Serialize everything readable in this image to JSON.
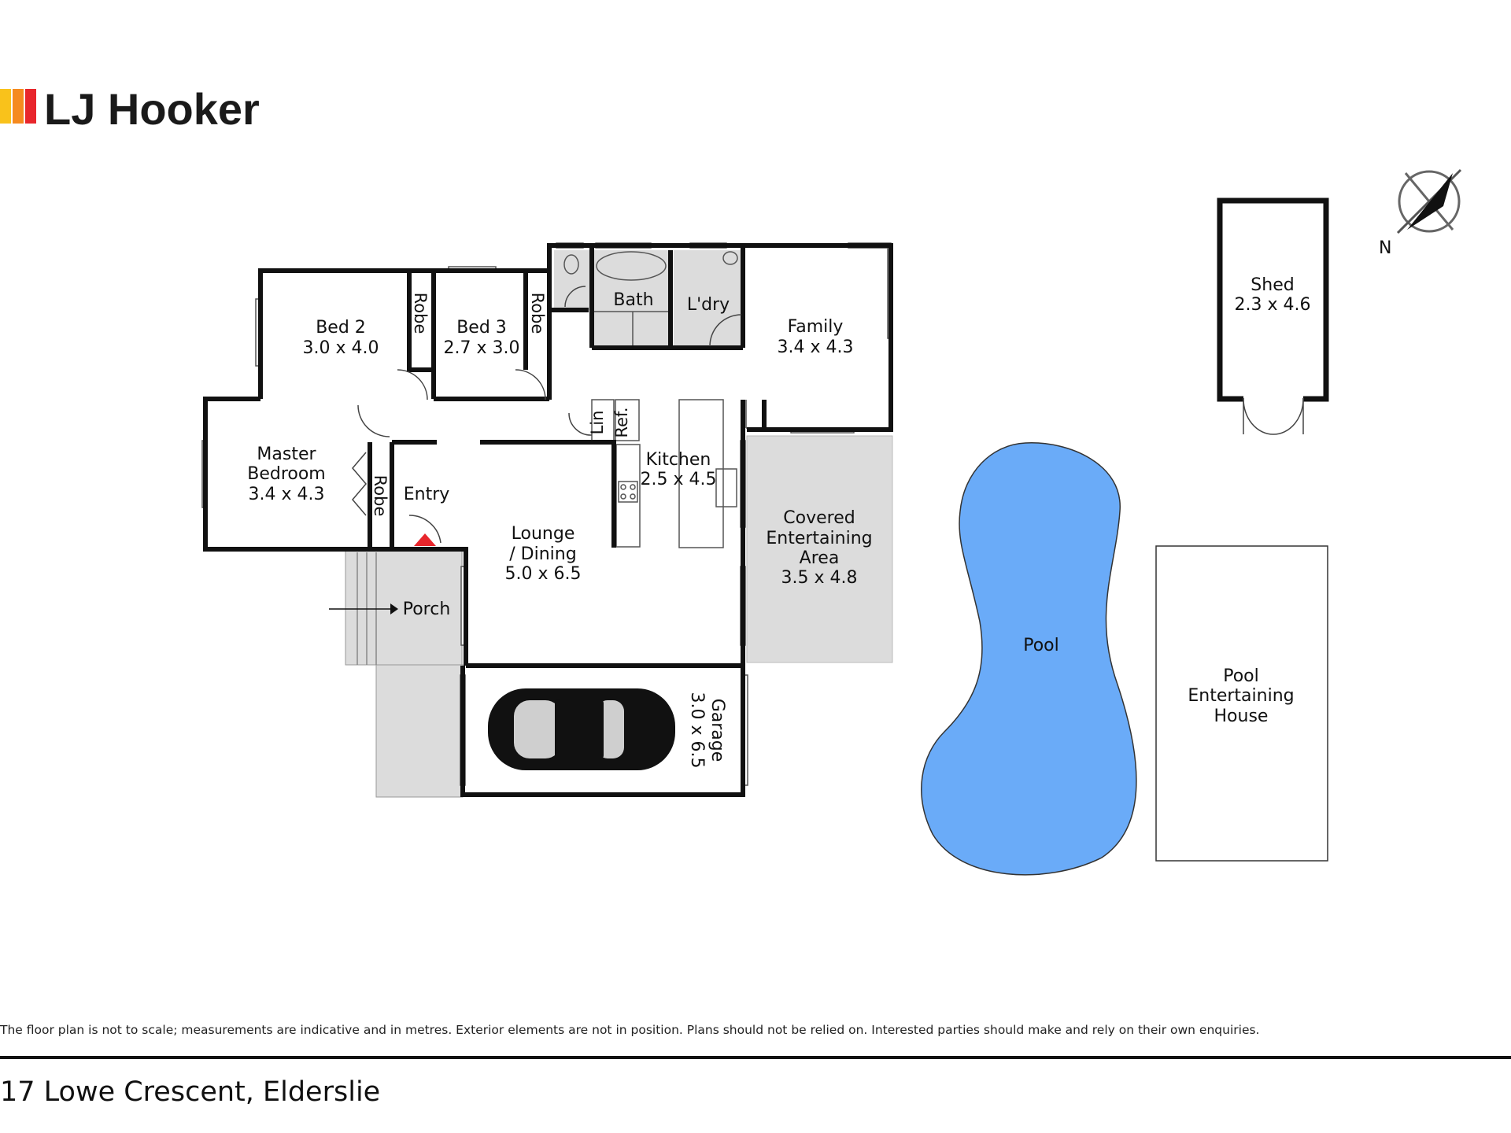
{
  "brand": {
    "name": "LJ Hooker",
    "colors": [
      "#f9c21b",
      "#f58a1f",
      "#e8262c"
    ]
  },
  "compass": {
    "label": "N"
  },
  "rooms": {
    "bed2": {
      "name": "Bed 2",
      "size": "3.0 x 4.0"
    },
    "bed3": {
      "name": "Bed 3",
      "size": "2.7 x 3.0"
    },
    "robe_bed2": "Robe",
    "robe_bed3": "Robe",
    "robe_master": "Robe",
    "bath": "Bath",
    "laundry": "L'dry",
    "family": {
      "name": "Family",
      "size": "3.4 x 4.3"
    },
    "master": {
      "line1": "Master",
      "line2": "Bedroom",
      "size": "3.4 x 4.3"
    },
    "entry": "Entry",
    "linen": "Lin",
    "fridge": "Ref.",
    "kitchen": {
      "name": "Kitchen",
      "size": "2.5 x 4.5"
    },
    "lounge": {
      "line1": "Lounge",
      "line2": "/ Dining",
      "size": "5.0 x 6.5"
    },
    "covered": {
      "line1": "Covered",
      "line2": "Entertaining",
      "line3": "Area",
      "size": "3.5 x 4.8"
    },
    "porch": "Porch",
    "garage": {
      "name": "Garage",
      "size": "3.0 x 6.5"
    },
    "shed": {
      "name": "Shed",
      "size": "2.3 x 4.6"
    },
    "pool": {
      "name": "Pool",
      "color": "#6aabf8"
    },
    "pool_house": {
      "line1": "Pool",
      "line2": "Entertaining",
      "line3": "House"
    }
  },
  "disclaimer": "The floor plan is not to scale; measurements are indicative and in metres. Exterior elements are not in position. Plans should not be relied on. Interested parties should make and rely on their own enquiries.",
  "address": "17 Lowe Crescent, Elderslie"
}
